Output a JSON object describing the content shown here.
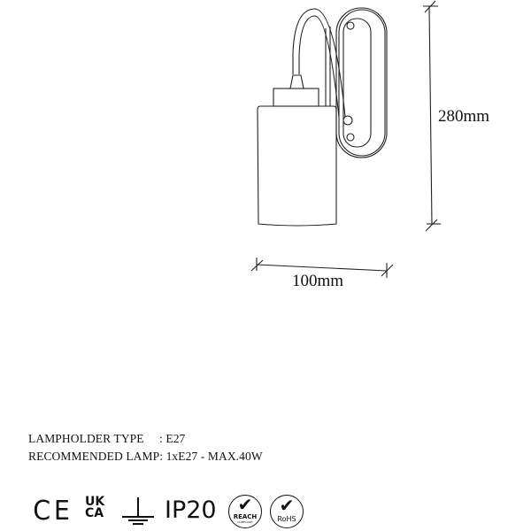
{
  "dimensions": {
    "height_label": "280mm",
    "width_label": "100mm"
  },
  "specs": [
    {
      "label": "LAMPHOLDER TYPE",
      "separator": "     : ",
      "value": "E27"
    },
    {
      "label": "RECOMMENDED LAMP:",
      "separator": " ",
      "value": "1xE27 - MAX.40W"
    }
  ],
  "certifications": {
    "ce": "CE",
    "ukca_top": "UK",
    "ukca_bottom": "CA",
    "earth": "earth-ground-icon",
    "ip": "IP20",
    "reach": "REACH",
    "reach_sub": "COMPLIANT",
    "rohs": "RoHS"
  }
}
